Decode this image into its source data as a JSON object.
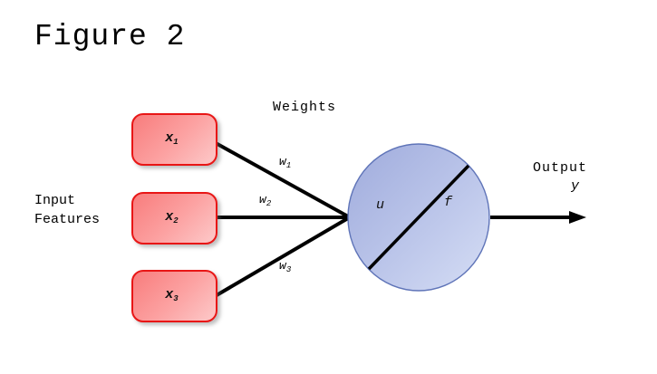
{
  "title": "Figure 2",
  "labels": {
    "weights_heading": "Weights",
    "input_heading_line1": "Input",
    "input_heading_line2": "Features",
    "output_heading": "Output",
    "output_symbol": "y"
  },
  "inputs": [
    {
      "base": "x",
      "sub": "1"
    },
    {
      "base": "x",
      "sub": "2"
    },
    {
      "base": "x",
      "sub": "3"
    }
  ],
  "weights": [
    {
      "base": "w",
      "sub": "1"
    },
    {
      "base": "w",
      "sub": "2"
    },
    {
      "base": "w",
      "sub": "3"
    }
  ],
  "neuron": {
    "sum_symbol": "u",
    "activation_symbol": "f"
  },
  "colors": {
    "input_box_border": "#e81616",
    "input_box_fill_start": "#f87c7c",
    "input_box_fill_end": "#fdc9c9",
    "neuron_border": "#5f74b8",
    "neuron_fill_start": "#9fabdc",
    "neuron_fill_end": "#d6def5",
    "connector": "#000000",
    "background": "#ffffff"
  }
}
